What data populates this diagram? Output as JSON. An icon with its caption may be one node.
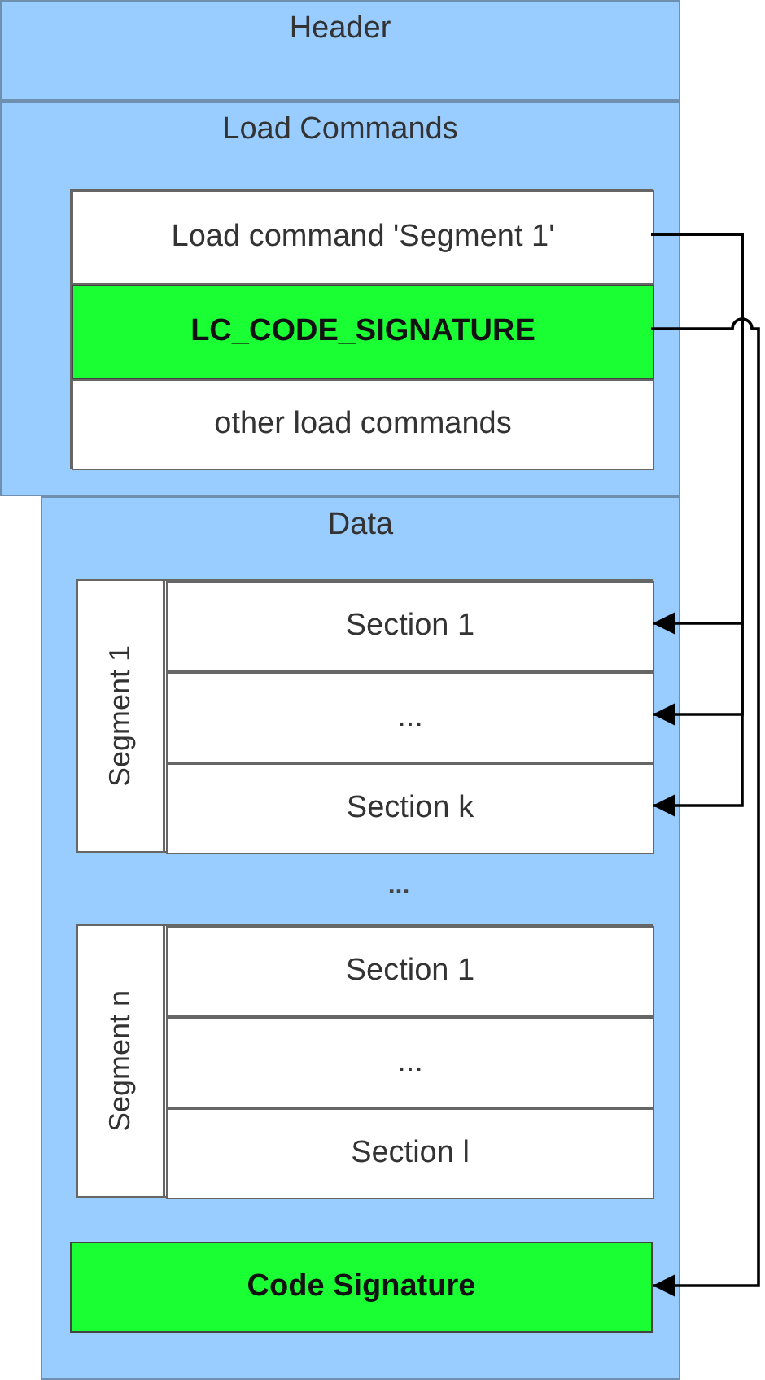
{
  "diagram": {
    "nodes": [
      {
        "text": [
          "Header"
        ]
      },
      {
        "text": [
          "Load Commands"
        ]
      },
      {
        "text": [],
        "shape": "box",
        "in": 1
      },
      {
        "text": [
          "Load command 'Segment 1'"
        ],
        "in": 2
      },
      {
        "text": [
          "LC_CODE_SIGNATURE"
        ],
        "in": 2
      },
      {
        "text": [
          "other load commands"
        ],
        "in": 2
      },
      {
        "text": [
          "Data"
        ]
      },
      {
        "text": [
          "Segment 1"
        ],
        "in": 6
      },
      {
        "text": [
          "Section 1"
        ],
        "in": 7
      },
      {
        "text": [
          "..."
        ],
        "in": 7
      },
      {
        "text": [
          "Section k"
        ],
        "in": 7
      },
      {
        "text": [
          "Segment n"
        ],
        "in": 6
      },
      {
        "text": [
          "Section 1"
        ],
        "in": 11
      },
      {
        "text": [
          "..."
        ],
        "in": 11
      },
      {
        "text": [
          "Section l"
        ],
        "in": 11
      },
      {
        "text": [
          "Code Signature"
        ],
        "in": 6
      }
    ],
    "edges": [
      {
        "from": 3,
        "to": 8,
        "arrow": "to"
      },
      {
        "from": 3,
        "to": 9,
        "arrow": "to"
      },
      {
        "from": 3,
        "to": 10,
        "arrow": "to"
      },
      {
        "from": 4,
        "to": 15,
        "arrow": "to"
      }
    ],
    "labels": [
      "..."
    ]
  }
}
